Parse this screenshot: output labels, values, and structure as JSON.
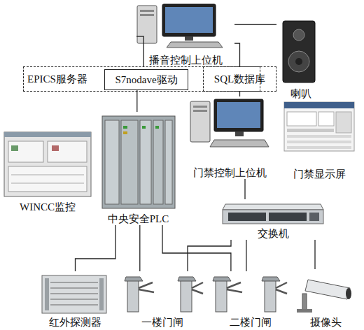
{
  "diagram": {
    "nodes": [
      {
        "text": [
          "播音控制上位机"
        ]
      },
      {
        "text": [
          "喇叭"
        ]
      },
      {
        "text": [
          "EPICS服务器"
        ]
      },
      {
        "text": [
          "S7nodave驱动"
        ],
        "in": 2
      },
      {
        "text": [
          "SQL数据库"
        ]
      },
      {
        "text": [
          "门禁控制上位机"
        ]
      },
      {
        "text": [
          "门禁显示屏"
        ]
      },
      {
        "text": [
          "WINCC监控"
        ]
      },
      {
        "text": [
          "中央安全PLC"
        ]
      },
      {
        "text": [
          "交换机"
        ]
      },
      {
        "text": [
          "红外探测器"
        ]
      },
      {
        "text": [
          "一楼门闸"
        ]
      },
      {
        "text": [
          "二楼门闸"
        ]
      },
      {
        "text": [
          "摄像头"
        ]
      }
    ],
    "edges": [
      {
        "from": 0,
        "to": 1,
        "arrow": "none"
      },
      {
        "from": 0,
        "to": 2,
        "arrow": "none"
      },
      {
        "from": 0,
        "to": 4,
        "arrow": "none"
      },
      {
        "from": 3,
        "to": 8,
        "arrow": "none"
      },
      {
        "from": 4,
        "to": 5,
        "arrow": "none"
      },
      {
        "from": 5,
        "to": 9,
        "arrow": "none"
      },
      {
        "from": 8,
        "to": 10,
        "arrow": "none"
      },
      {
        "from": 8,
        "to": 11,
        "arrow": "none"
      },
      {
        "from": 8,
        "to": 12,
        "arrow": "none"
      },
      {
        "from": 9,
        "to": 11,
        "arrow": "none"
      },
      {
        "from": 9,
        "to": 12,
        "arrow": "none"
      },
      {
        "from": 9,
        "to": 13,
        "arrow": "none"
      }
    ]
  }
}
